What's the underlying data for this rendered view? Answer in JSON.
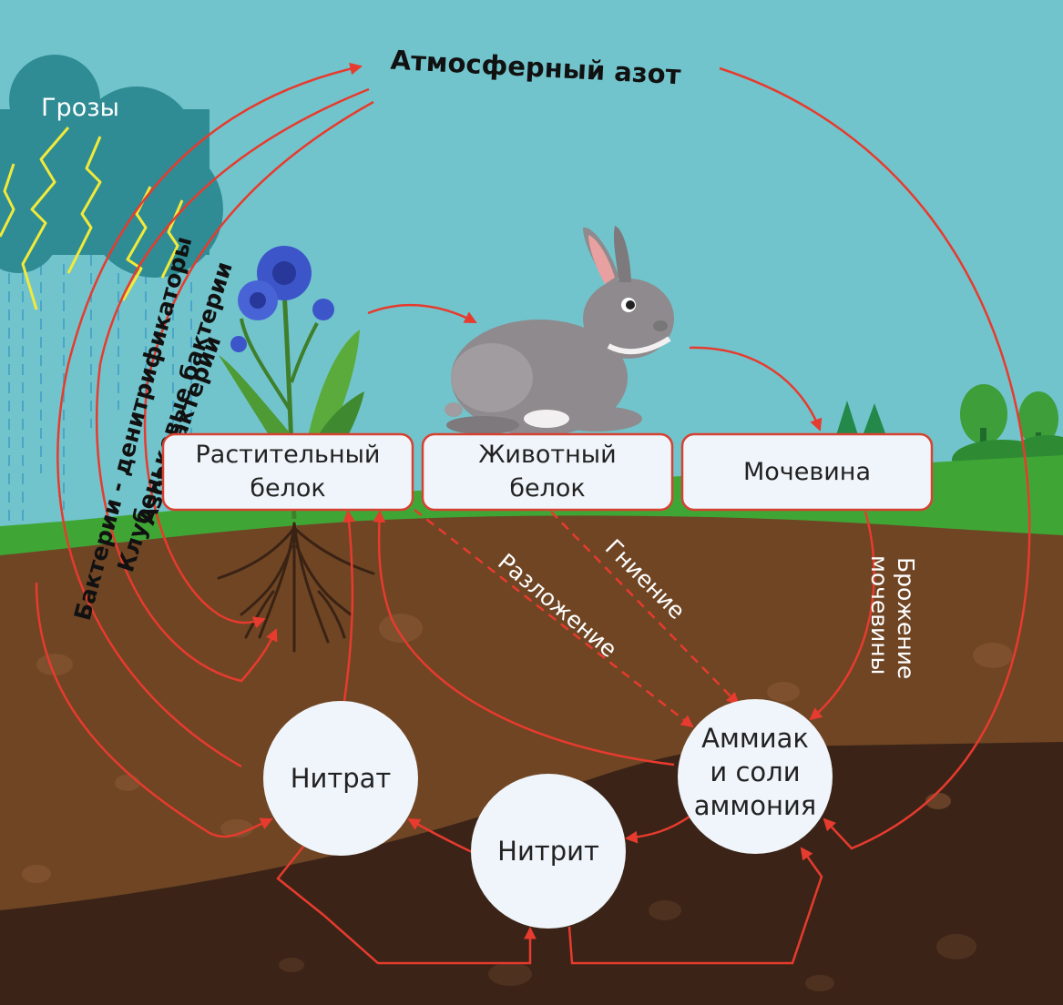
{
  "title": "Атмосферный азот",
  "cloud_label": "Грозы",
  "bacteria_labels": {
    "denitrifying": "Бактерии - денитрификаторы",
    "nodule": "Клубеньковые бактерии",
    "azotobacter": "Азотобактерии"
  },
  "boxes": {
    "plant_protein": [
      "Растительный",
      "белок"
    ],
    "animal_protein": [
      "Животный",
      "белок"
    ],
    "urea": [
      "Мочевина"
    ]
  },
  "nodes": {
    "nitrate": [
      "Нитрат"
    ],
    "nitrite": [
      "Нитрит"
    ],
    "ammonia": [
      "Аммиак",
      "и соли",
      "аммония"
    ]
  },
  "processes": {
    "decomposition": "Разложение",
    "rotting": "Гниение",
    "urea_fermentation": [
      "Брожение",
      "мочевины"
    ]
  },
  "colors": {
    "sky": "#72c4cc",
    "arrow": "#e63b2e",
    "box_border": "#d64232",
    "box_fill": "#f0f5fb",
    "cloud": "#2f8c94",
    "lightning": "#f2ea3a",
    "grass": "#3fa636",
    "soil_top": "#6f4524",
    "soil_bottom": "#3b2417"
  }
}
